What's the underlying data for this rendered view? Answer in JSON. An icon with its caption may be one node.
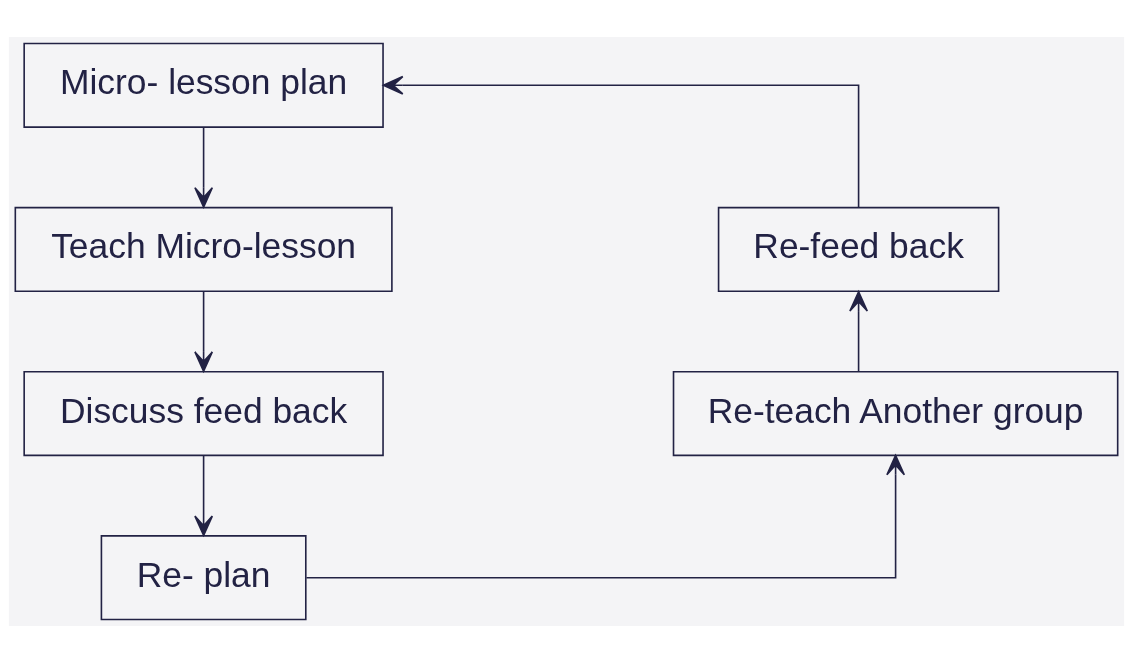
{
  "diagram": {
    "nodes": [
      {
        "text": [
          "Micro- lesson plan"
        ]
      },
      {
        "text": [
          "Teach Micro-lesson"
        ]
      },
      {
        "text": [
          "Discuss feed back"
        ]
      },
      {
        "text": [
          "Re- plan"
        ]
      },
      {
        "text": [
          "Re-teach Another group"
        ]
      },
      {
        "text": [
          "Re-feed back"
        ]
      }
    ],
    "edges": [
      {
        "from": 0,
        "to": 1,
        "arrow": "to"
      },
      {
        "from": 1,
        "to": 2,
        "arrow": "to"
      },
      {
        "from": 2,
        "to": 3,
        "arrow": "to"
      },
      {
        "from": 3,
        "to": 4,
        "arrow": "to"
      },
      {
        "from": 4,
        "to": 5,
        "arrow": "to"
      },
      {
        "from": 5,
        "to": 0,
        "arrow": "to"
      }
    ]
  }
}
